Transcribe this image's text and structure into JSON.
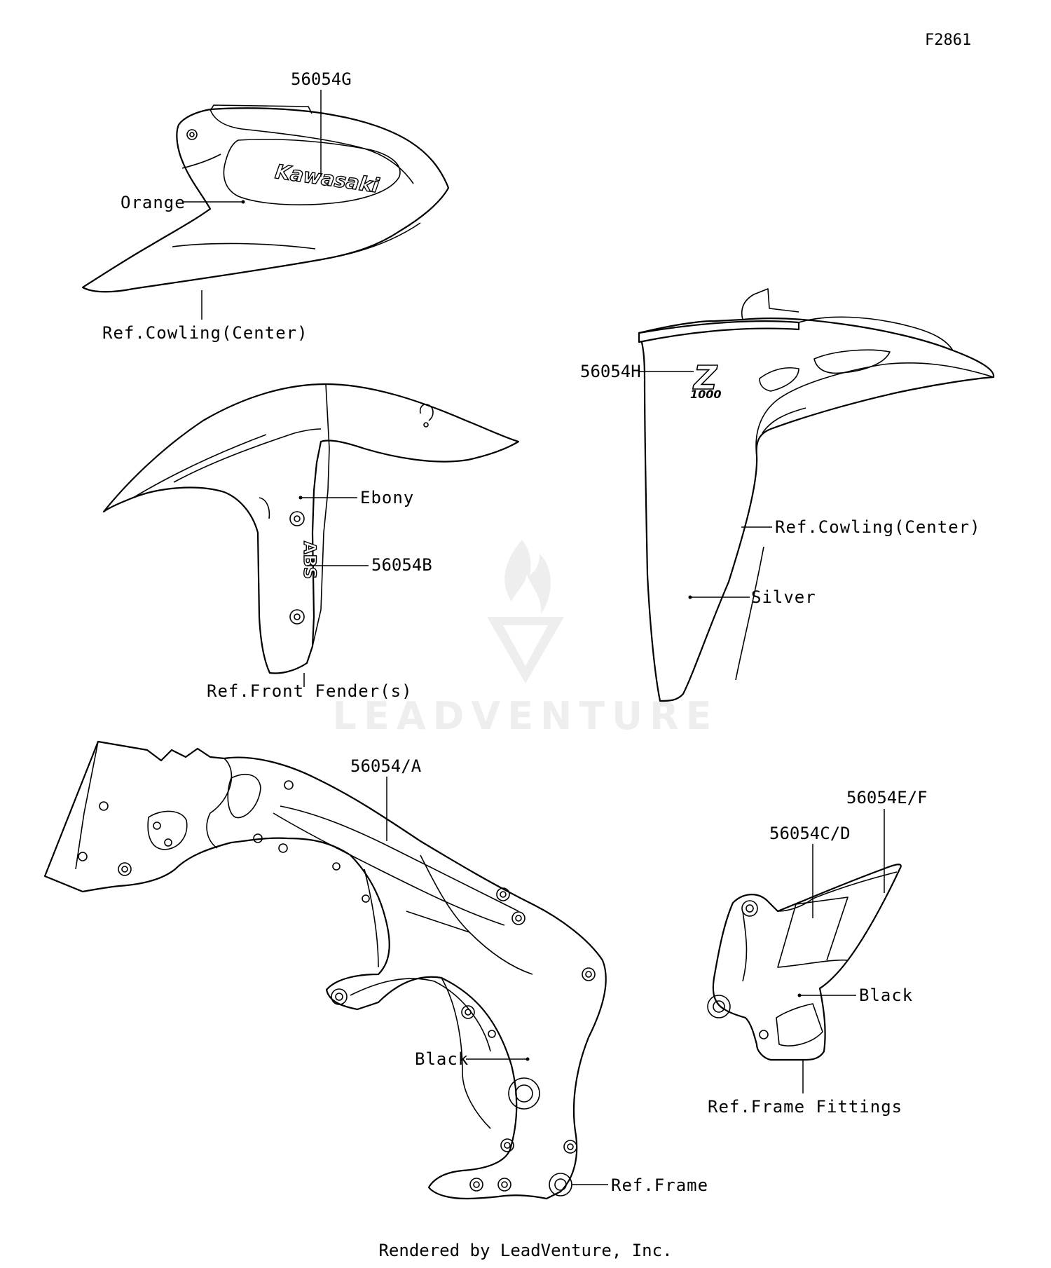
{
  "figure_id": "F2861",
  "footer": "Rendered by LeadVenture, Inc.",
  "watermark": "LEADVENTURE",
  "callouts": {
    "part_56054G": "56054G",
    "orange": "Orange",
    "ref_cowling_center_1": "Ref.Cowling(Center)",
    "part_56054H": "56054H",
    "ref_cowling_center_2": "Ref.Cowling(Center)",
    "silver": "Silver",
    "ebony": "Ebony",
    "part_56054B": "56054B",
    "ref_front_fenders": "Ref.Front Fender(s)",
    "part_56054A": "56054/A",
    "black_frame": "Black",
    "ref_frame": "Ref.Frame",
    "part_56054EF": "56054E/F",
    "part_56054CD": "56054C/D",
    "black_fitting": "Black",
    "ref_frame_fittings": "Ref.Frame Fittings"
  },
  "decal_text": {
    "kawasaki": "Kawasaki",
    "z_logo": "Z",
    "z_model": "1000",
    "abs": "ABS"
  }
}
